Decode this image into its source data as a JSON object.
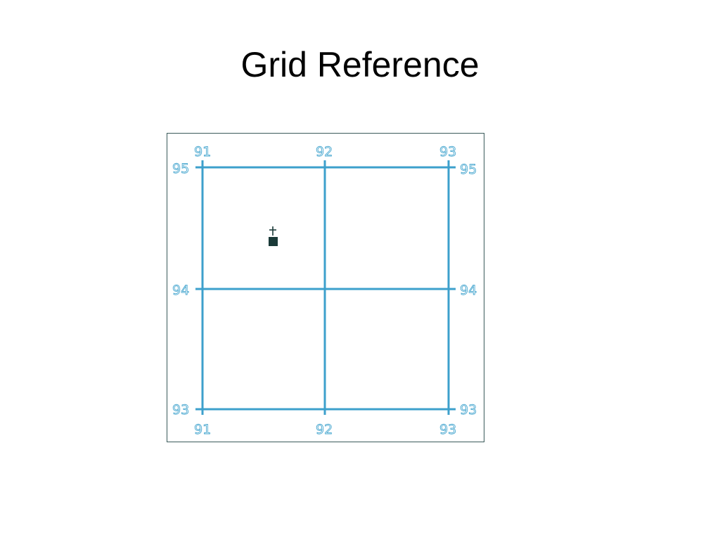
{
  "slide": {
    "title": "Grid Reference"
  },
  "grid_map": {
    "eastings": [
      "91",
      "92",
      "93"
    ],
    "northings": [
      "95",
      "94",
      "93"
    ],
    "colors": {
      "grid_line": "#3da0cc",
      "label": "#4aa8d0",
      "frame": "#3a5a5a",
      "marker": "#1a3a38"
    },
    "marker_icon": "church-with-cross-icon"
  }
}
